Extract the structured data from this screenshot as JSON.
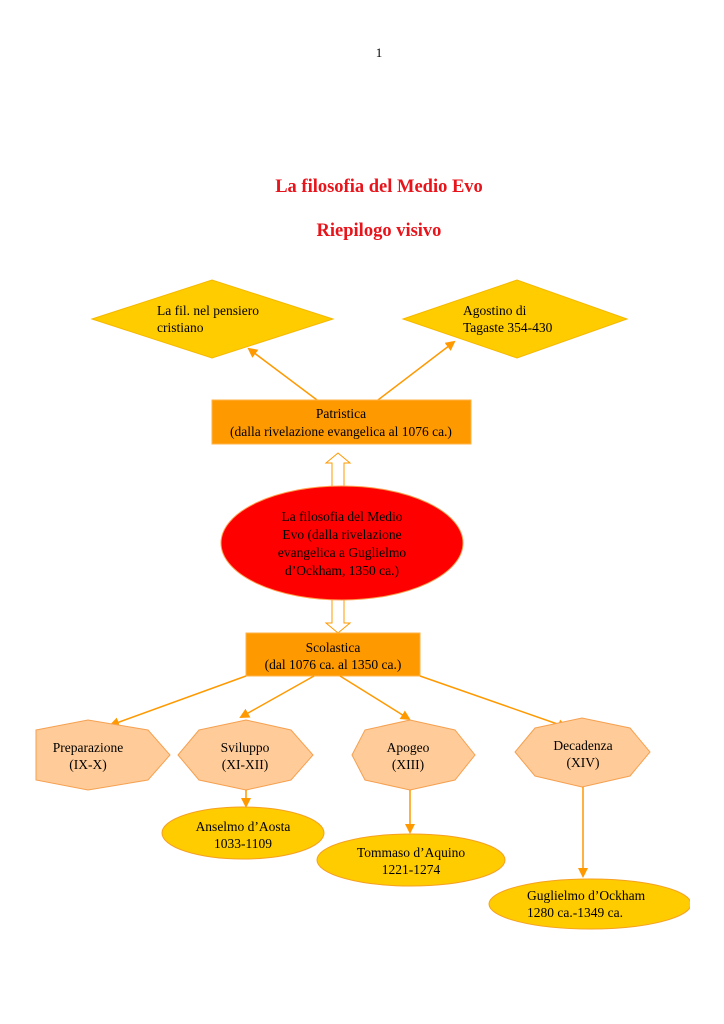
{
  "page_number": "1",
  "title": "La filosofia del Medio Evo",
  "subtitle": "Riepilogo visivo",
  "colors": {
    "title": "#E8141B",
    "arrow": "#FF9900",
    "diamond": "#FFCC00",
    "box": "#FF9900",
    "center": "#FF0000",
    "star": "#FFCC99",
    "ellipse": "#FFCC00"
  },
  "patristica": {
    "lines": [
      "Patristica",
      "(dalla rivelazione evangelica al 1076 ca.)"
    ],
    "children": [
      {
        "lines": [
          "La fil. nel pensiero",
          "cristiano"
        ]
      },
      {
        "lines": [
          "Agostino di",
          "Tagaste 354-430"
        ]
      }
    ]
  },
  "center": {
    "lines": [
      "La filosofia del Medio",
      "Evo (dalla rivelazione",
      "evangelica a Guglielmo",
      "d’Ockham, 1350 ca.)"
    ]
  },
  "scolastica": {
    "lines": [
      "Scolastica",
      "(dal 1076 ca. al 1350 ca.)"
    ],
    "phases": [
      {
        "lines": [
          "Preparazione",
          "(IX-X)"
        ]
      },
      {
        "lines": [
          "Sviluppo",
          "(XI-XII)"
        ],
        "figure": [
          "Anselmo d’Aosta",
          "1033-1109"
        ]
      },
      {
        "lines": [
          "Apogeo",
          "(XIII)"
        ],
        "figure": [
          "Tommaso d’Aquino",
          "1221-1274"
        ]
      },
      {
        "lines": [
          "Decadenza",
          "(XIV)"
        ],
        "figure": [
          "Guglielmo d’Ockham",
          "1280 ca.-1349 ca."
        ]
      }
    ]
  }
}
